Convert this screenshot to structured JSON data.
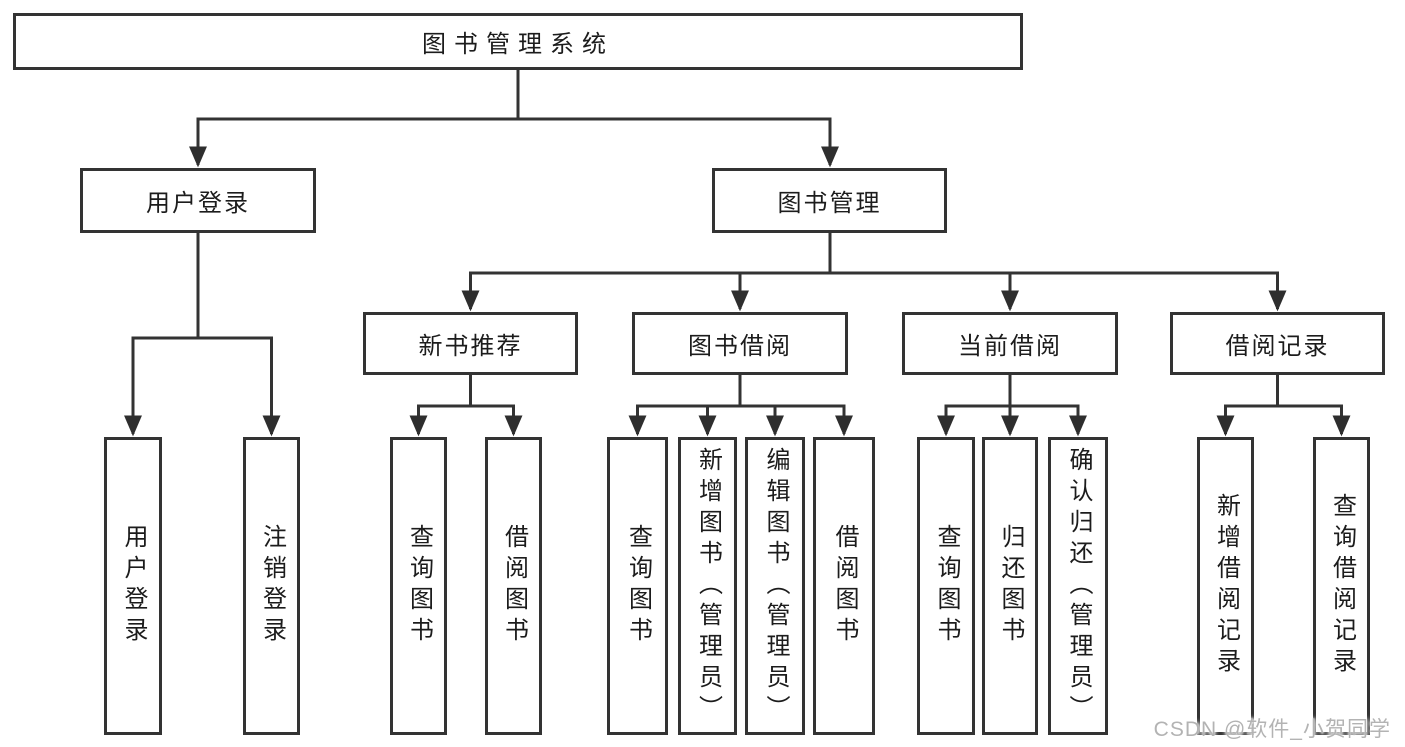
{
  "diagram": {
    "title": "图书管理系统",
    "level2": {
      "user_login": "用户登录",
      "book_mgmt": "图书管理"
    },
    "level3": {
      "new_books": "新书推荐",
      "book_borrow": "图书借阅",
      "current_borrow": "当前借阅",
      "borrow_records": "借阅记录"
    },
    "leaves": {
      "user_login_leaf": "用户登录",
      "logout_leaf": "注销登录",
      "query_books_1": "查询图书",
      "borrow_books_1": "借阅图书",
      "query_books_2": "查询图书",
      "add_book_admin": "新增图书（管理员）",
      "edit_book_admin": "编辑图书（管理员）",
      "borrow_books_2": "借阅图书",
      "query_books_3": "查询图书",
      "return_book": "归还图书",
      "confirm_return_admin": "确认归还（管理员）",
      "add_borrow_record": "新增借阅记录",
      "query_borrow_record": "查询借阅记录"
    }
  },
  "watermark": "CSDN @软件_小贺同学",
  "colors": {
    "line": "#333333",
    "box_border": "#333333",
    "text": "#1c1c1c",
    "arrow": "#2e2e2e",
    "watermark": "#b3b3b3",
    "background": "#ffffff"
  }
}
